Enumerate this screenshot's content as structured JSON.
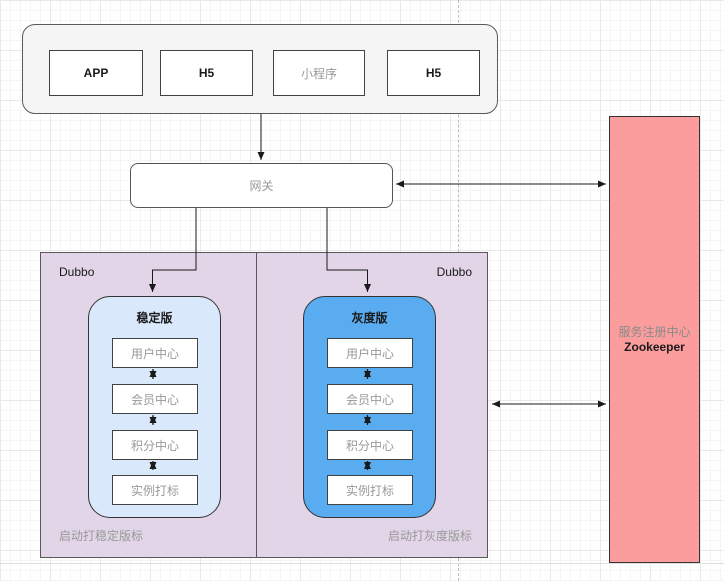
{
  "diagram": {
    "clients_group": {
      "items": [
        "APP",
        "H5",
        "小程序",
        "H5"
      ]
    },
    "gateway": {
      "label": "网关"
    },
    "registry": {
      "title": "服务注册中心",
      "subtitle": "Zookeeper"
    },
    "clusters": [
      {
        "framework_label": "Dubbo",
        "version_title": "稳定版",
        "services": [
          "用户中心",
          "会员中心",
          "积分中心",
          "实例打标"
        ],
        "footer_note": "启动打稳定版标"
      },
      {
        "framework_label": "Dubbo",
        "version_title": "灰度版",
        "services": [
          "用户中心",
          "会员中心",
          "积分中心",
          "实例打标"
        ],
        "footer_note": "启动打灰度版标"
      }
    ],
    "colors": {
      "clients_group_fill": "#f5f5f5",
      "cluster_fill": "#e1d5e7",
      "stable_version_fill": "#dae8fc",
      "gray_version_fill": "#5aacf0",
      "registry_fill": "#fb9d9d",
      "muted_text": "#999999",
      "connector_line": "#1a1a1a"
    }
  }
}
